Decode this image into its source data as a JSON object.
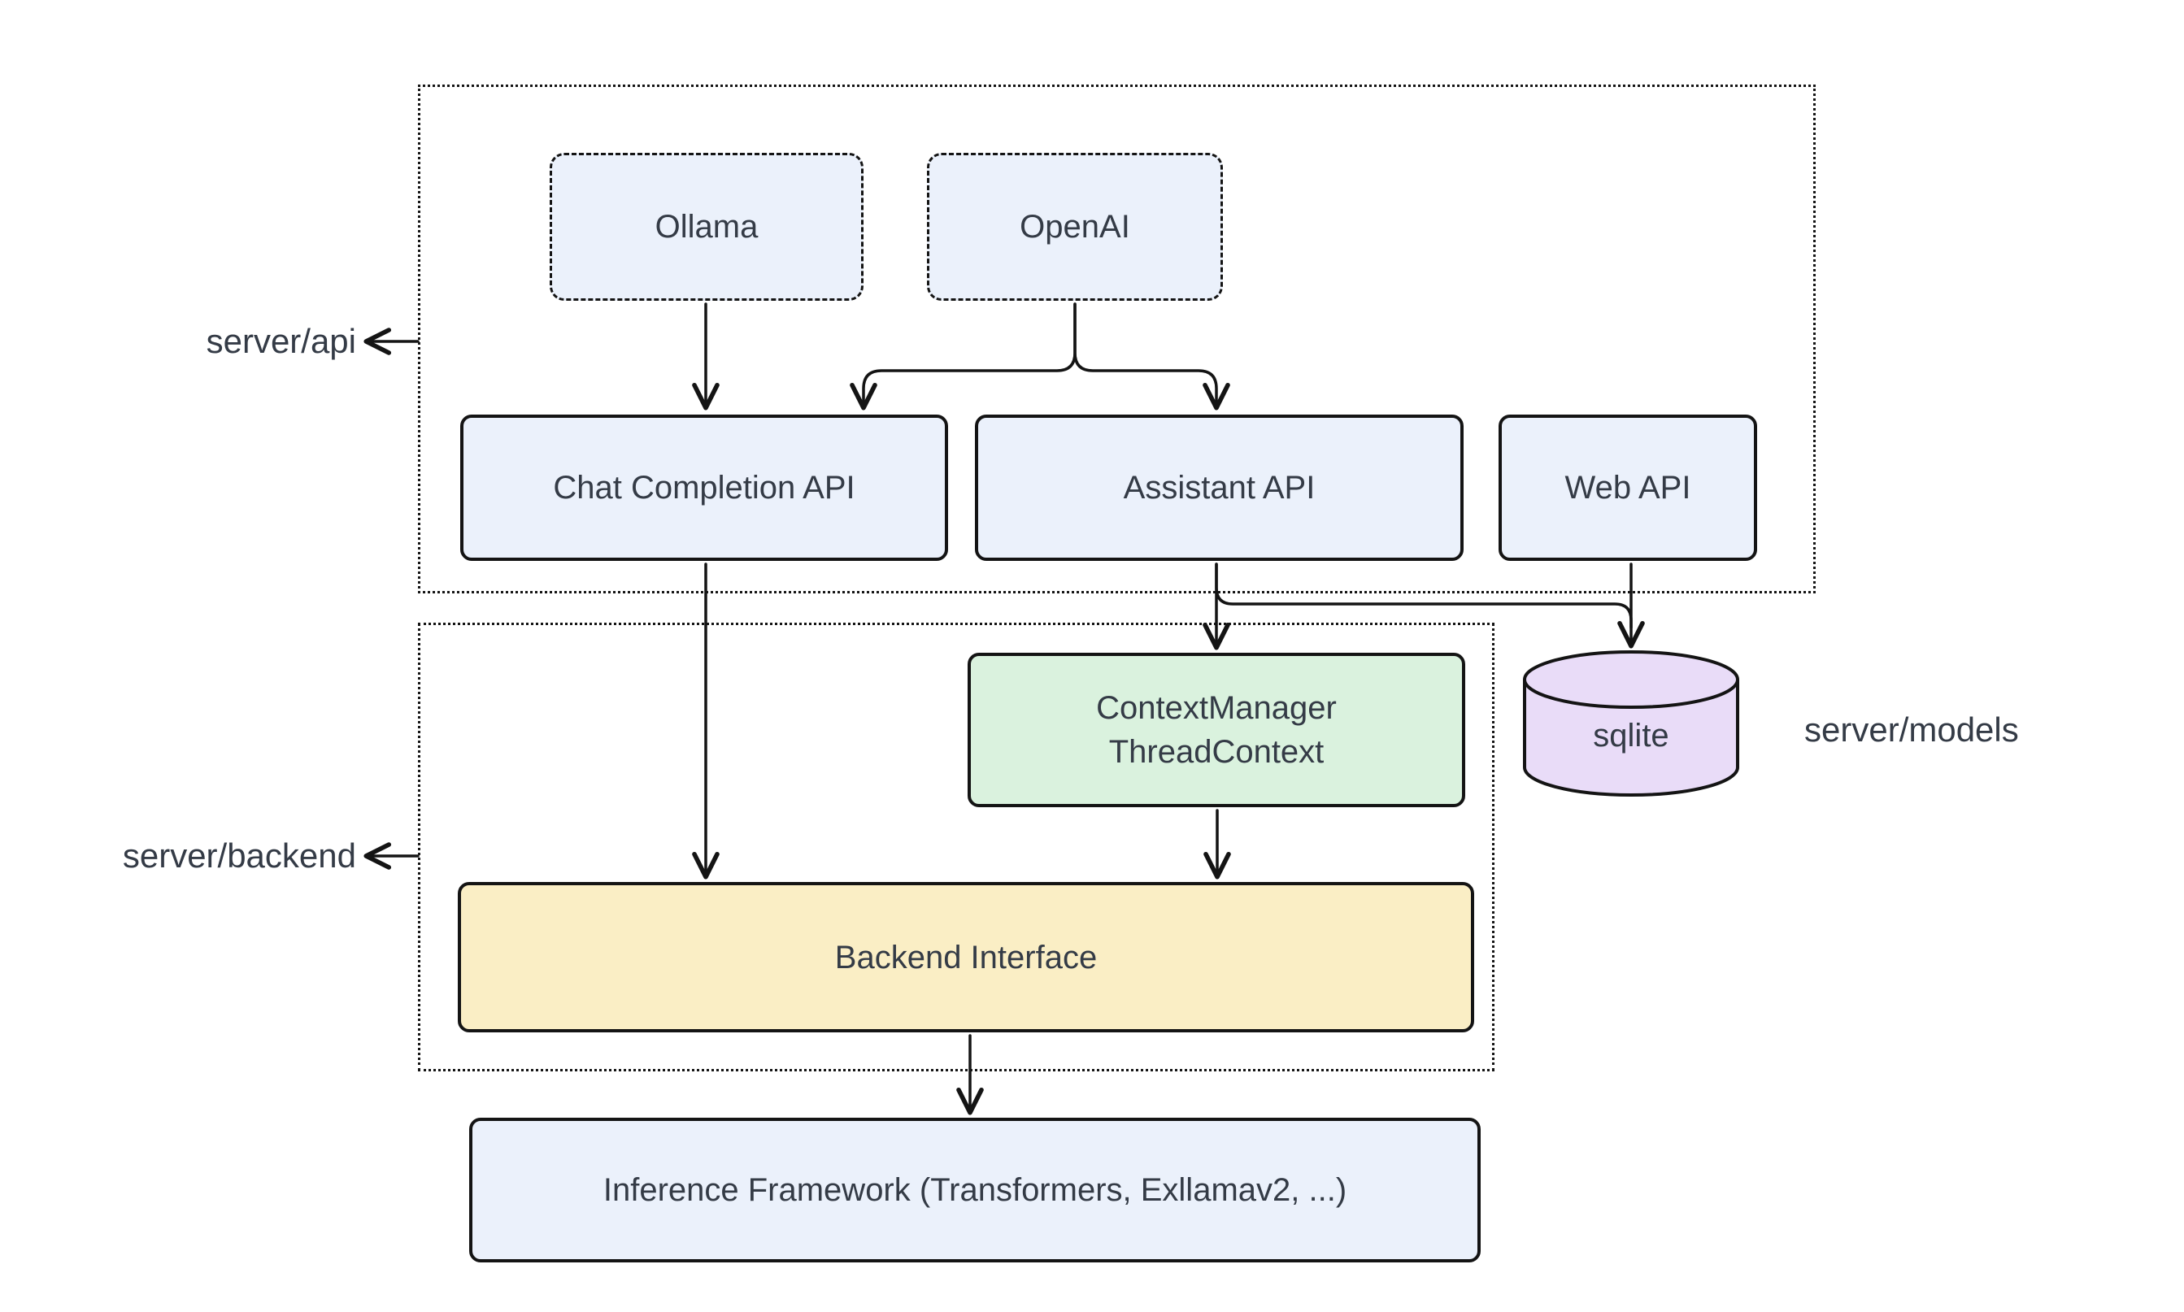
{
  "colors": {
    "canvas_bg": "#ffffff",
    "node_blue": "#ebf1fb",
    "node_green": "#daf2de",
    "node_yellow": "#faeec5",
    "node_purple": "#e9dcf8",
    "stroke": "#141414",
    "text": "#343b46"
  },
  "containers": {
    "api": {
      "label": "server/api"
    },
    "backend": {
      "label": "server/backend"
    }
  },
  "annotations": {
    "models": {
      "label": "server/models"
    }
  },
  "nodes": {
    "ollama": {
      "label": "Ollama"
    },
    "openai": {
      "label": "OpenAI"
    },
    "chat_completion": {
      "label": "Chat Completion API"
    },
    "assistant": {
      "label": "Assistant API"
    },
    "web_api": {
      "label": "Web API"
    },
    "context_manager": {
      "lines": [
        "ContextManager",
        "ThreadContext"
      ]
    },
    "sqlite": {
      "label": "sqlite"
    },
    "backend_interface": {
      "label": "Backend Interface"
    },
    "inference": {
      "label": "Inference Framework (Transformers, Exllamav2, ...)"
    }
  }
}
